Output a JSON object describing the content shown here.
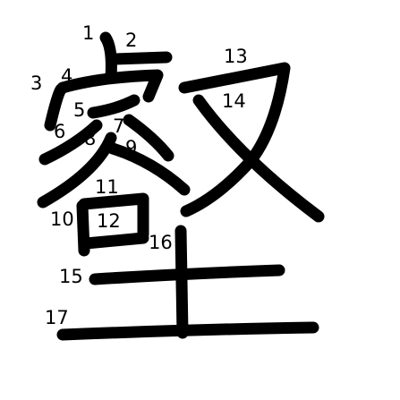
{
  "diagram": {
    "colors": {
      "stroke": "#000000",
      "background": "#ffffff"
    },
    "stroke_labels": [
      "1",
      "2",
      "3",
      "4",
      "5",
      "6",
      "7",
      "8",
      "9",
      "10",
      "11",
      "12",
      "13",
      "14",
      "15",
      "16",
      "17"
    ]
  }
}
